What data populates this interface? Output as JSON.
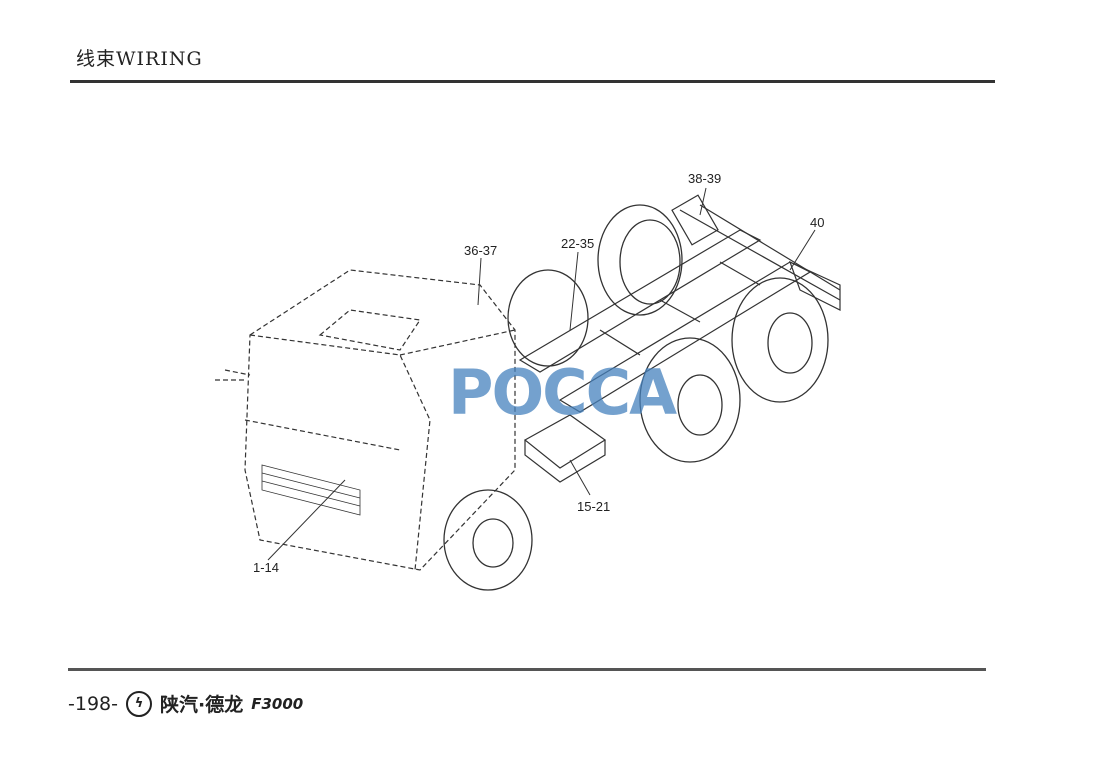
{
  "header": {
    "title": "线束WIRING"
  },
  "callouts": [
    "38-39",
    "40",
    "36-37",
    "22-35",
    "15-21",
    "1-14"
  ],
  "watermark": "POCCA",
  "footer": {
    "page": "-198-",
    "logo_icon": "shacman-logo-icon",
    "brand": "陕汽·德龙",
    "model": "F3000"
  }
}
